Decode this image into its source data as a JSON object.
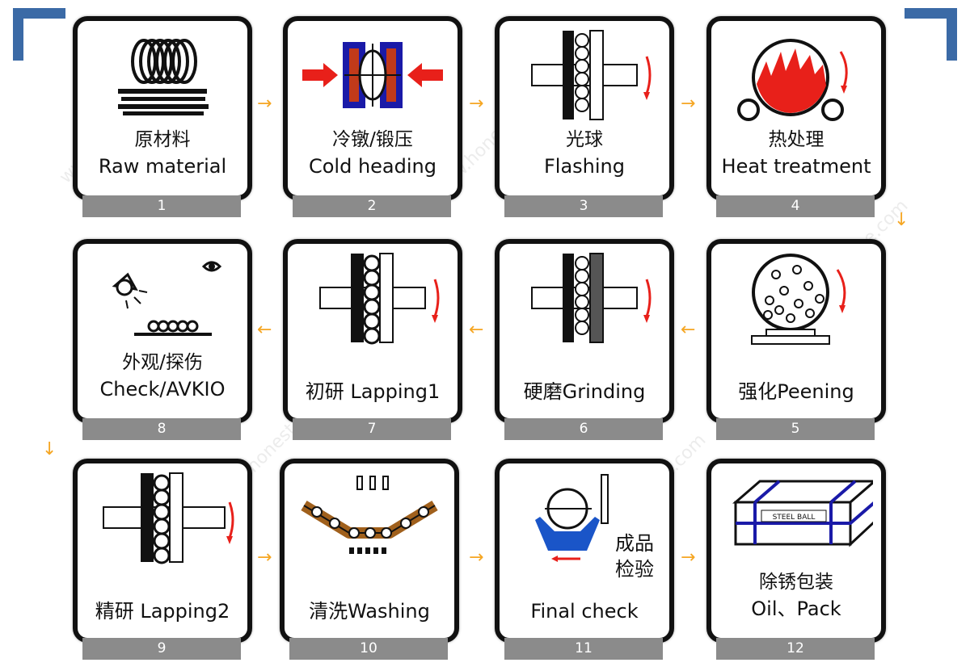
{
  "steps": [
    {
      "num": "1",
      "cn": "原材料",
      "en": "Raw material",
      "icon": "coil-wire-icon"
    },
    {
      "num": "2",
      "cn": "冷镦/锻压",
      "en": "Cold heading",
      "icon": "cold-heading-die-icon"
    },
    {
      "num": "3",
      "cn": "光球",
      "en": "Flashing",
      "icon": "flashing-plates-icon"
    },
    {
      "num": "4",
      "cn": "热处理",
      "en": "Heat treatment",
      "icon": "furnace-icon"
    },
    {
      "num": "5",
      "label": "强化Peening",
      "icon": "peening-drum-icon"
    },
    {
      "num": "6",
      "label": "硬磨Grinding",
      "icon": "grinding-plates-icon"
    },
    {
      "num": "7",
      "label": "初研 Lapping1",
      "icon": "lapping-plates-icon"
    },
    {
      "num": "8",
      "cn": "外观/探伤",
      "en": "Check/AVKIO",
      "icon": "inspection-lamp-icon"
    },
    {
      "num": "9",
      "label": "精研 Lapping2",
      "icon": "lapping-plates-icon"
    },
    {
      "num": "10",
      "label": "清洗Washing",
      "icon": "washing-conveyor-icon"
    },
    {
      "num": "11",
      "cn": "成品",
      "cn2": "检验",
      "en": "Final check",
      "icon": "gauge-check-icon"
    },
    {
      "num": "12",
      "cn": "除锈包装",
      "en": "Oil、Pack",
      "icon": "steel-box-icon"
    }
  ],
  "box_text": "STEEL BALL",
  "watermark": "www.honest-horse.com",
  "colors": {
    "accent": "#3b6aa6",
    "arrow": "#f5a623",
    "label_bar": "#8b8b8b",
    "heat": "#e8201a",
    "die": "#1a1aa8"
  }
}
